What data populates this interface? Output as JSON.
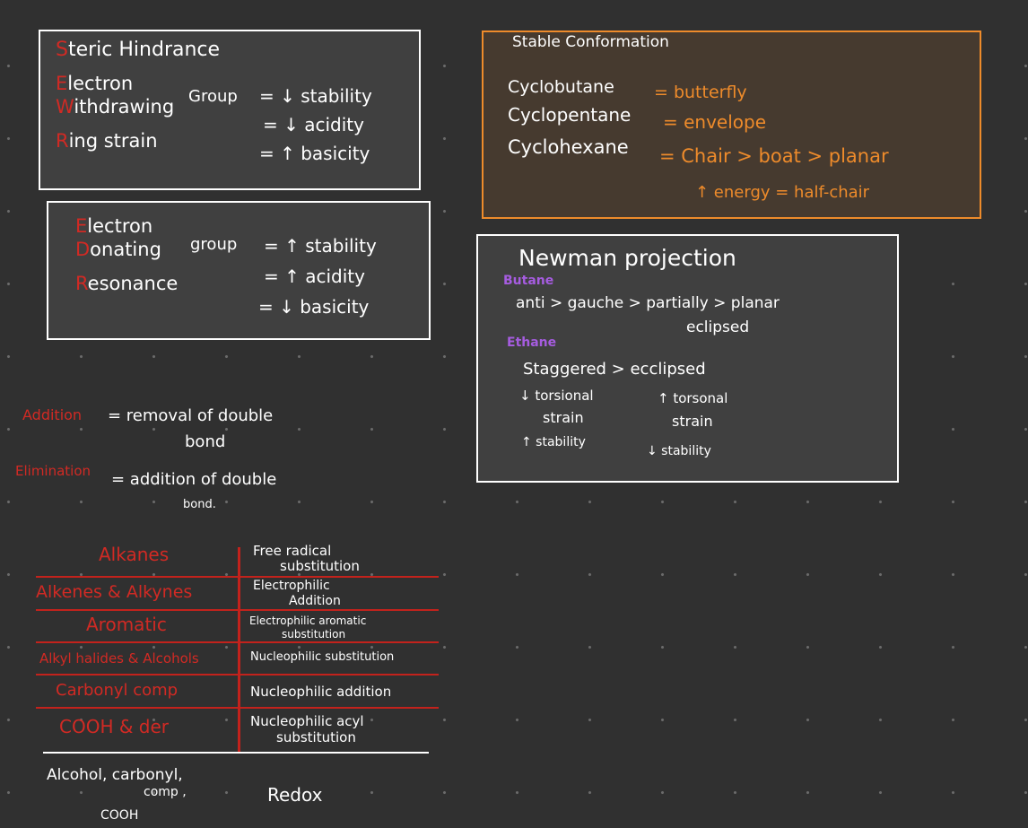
{
  "colors": {
    "background": "#303030",
    "panel": "#404040",
    "panel_border": "#ffffff",
    "accent_red": "#d12a24",
    "accent_orange": "#ee8b2b",
    "accent_purple": "#a65ce0"
  },
  "swr_box": {
    "line1_cap": "S",
    "line1_rest": "teric Hindrance",
    "line2_cap": "E",
    "line2_rest": "lectron",
    "line3_cap": "W",
    "line3_rest": "ithdrawing",
    "line4_cap": "R",
    "line4_rest": "ing strain",
    "group": "Group",
    "effect1": "= ↓ stability",
    "effect2": "= ↓ acidity",
    "effect3": "= ↑ basicity"
  },
  "edr_box": {
    "line1_cap": "E",
    "line1_rest": "lectron",
    "line2_cap": "D",
    "line2_rest": "onating",
    "line3_cap": "R",
    "line3_rest": "esonance",
    "group": "group",
    "effect1": "= ↑ stability",
    "effect2": "= ↑ acidity",
    "effect3": "= ↓ basicity"
  },
  "conformation_box": {
    "title": "Stable Conformation",
    "row1_name": "Cyclobutane",
    "row1_value": "= butterfly",
    "row2_name": "Cyclopentane",
    "row2_value": "= envelope",
    "row3_name": "Cyclohexane",
    "row3_value": "= Chair > boat > planar",
    "row4_value": "↑ energy = half-chair"
  },
  "newman_box": {
    "title": "Newman projection",
    "butane_label": "Butane",
    "butane_line1": "anti > gauche > partially  >  planar",
    "butane_line2": "eclipsed",
    "ethane_label": "Ethane",
    "ethane_line1": "Staggered  > ecclipsed",
    "left_col1": "↓ torsional",
    "left_col2": "strain",
    "left_col3": "↑ stability",
    "right_col1": "↑ torsonal",
    "right_col2": "strain",
    "right_col3": "↓ stability"
  },
  "reactions": {
    "addition_label": "Addition",
    "addition_text1": "=  removal of double",
    "addition_text2": "bond",
    "elimination_label": "Elimination",
    "elimination_text1": "= addition of double",
    "elimination_text2": "bond."
  },
  "table": {
    "rows": [
      {
        "group": "Alkanes",
        "reaction1": "Free radical",
        "reaction2": "substitution"
      },
      {
        "group": "Alkenes & Alkynes",
        "reaction1": "Electrophilic",
        "reaction2": "Addition"
      },
      {
        "group": "Aromatic",
        "reaction1": "Electrophilic aromatic",
        "reaction2": "substitution"
      },
      {
        "group": "Alkyl halides & Alcohols",
        "reaction1": "Nucleophilic substitution",
        "reaction2": ""
      },
      {
        "group": "Carbonyl comp",
        "reaction1": "Nucleophilic addition",
        "reaction2": ""
      },
      {
        "group": "COOH & der",
        "reaction1": "Nucleophilic acyl",
        "reaction2": "substitution"
      }
    ],
    "last_left1": "Alcohol, carbonyl,",
    "last_left2": "comp      ,",
    "last_left3": "COOH",
    "last_right": "Redox"
  }
}
